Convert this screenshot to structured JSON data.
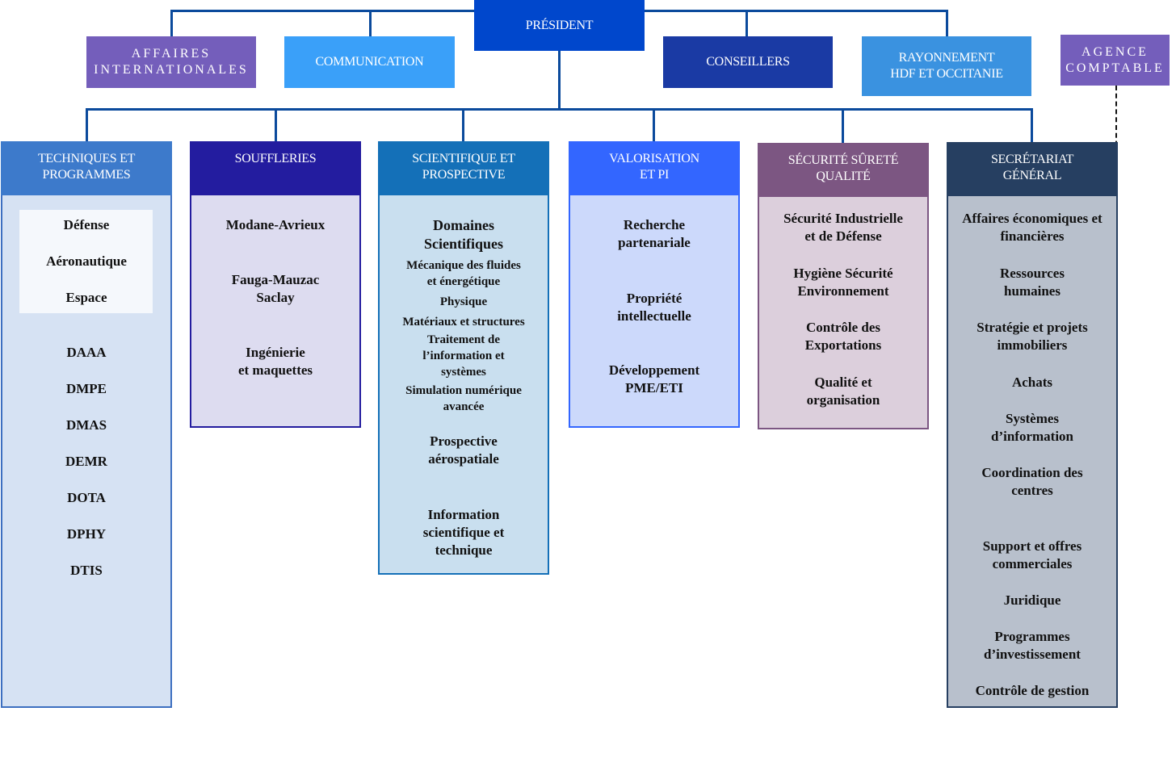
{
  "top": {
    "president": "PRÉSIDENT",
    "affaires_internationales": "AFFAIRES\nINTERNATIONALES",
    "communication": "COMMUNICATION",
    "conseillers": "CONSEILLERS",
    "rayonnement": "RAYONNEMENT\nHDF ET OCCITANIE",
    "agence_comptable": "AGENCE\nCOMPTABLE"
  },
  "colors": {
    "president": "#0047cc",
    "affaires_internationales": "#745ebb",
    "communication": "#3aa0f9",
    "conseillers": "#1a3aa4",
    "rayonnement": "#3a92e0",
    "agence_comptable": "#745ebb",
    "connector": "#0b4a9c"
  },
  "columns": [
    {
      "title": "TECHNIQUES ET\nPROGRAMMES",
      "header_color": "#3d7acb",
      "body_color": "#d6e2f3",
      "border_color": "#3d6fc0",
      "items": [
        "Défense",
        "Aéronautique",
        "Espace",
        "DAAA",
        "DMPE",
        "DMAS",
        "DEMR",
        "DOTA",
        "DPHY",
        "DTIS"
      ]
    },
    {
      "title": "SOUFFLERIES",
      "header_color": "#231c9f",
      "body_color": "#dddcf0",
      "border_color": "#231c9f",
      "items": [
        "Modane-Avrieux",
        "Fauga-Mauzac\nSaclay",
        "Ingénierie\net maquettes"
      ]
    },
    {
      "title": "SCIENTIFIQUE ET\nPROSPECTIVE",
      "header_color": "#1470b8",
      "body_color": "#c9dfef",
      "border_color": "#1470b8",
      "items": [
        "Domaines\nScientifiques",
        "Mécanique des fluides\net énergétique",
        "Physique",
        "Matériaux et structures",
        "Traitement de\nl’information et\nsystèmes",
        "Simulation numérique\navancée",
        "Prospective\naérospatiale",
        "Information\nscientifique et\ntechnique"
      ]
    },
    {
      "title": "VALORISATION\nET PI",
      "header_color": "#3366ff",
      "body_color": "#ccd9fb",
      "border_color": "#3366ff",
      "items": [
        "Recherche\npartenariale",
        "Propriété\nintellectuelle",
        "Développement\nPME/ETI"
      ]
    },
    {
      "title": "SÉCURITÉ SÛRETÉ\nQUALITÉ",
      "header_color": "#7c5682",
      "body_color": "#dccfdc",
      "border_color": "#7c5682",
      "items": [
        "Sécurité Industrielle\net de Défense",
        "Hygiène Sécurité\nEnvironnement",
        "Contrôle des\nExportations",
        "Qualité et\norganisation"
      ]
    },
    {
      "title": "SECRÉTARIAT\nGÉNÉRAL",
      "header_color": "#263f61",
      "body_color": "#b8c0cc",
      "border_color": "#263f61",
      "items": [
        "Affaires économiques et\nfinancières",
        "Ressources\nhumaines",
        "Stratégie et projets\nimmobiliers",
        "Achats",
        "Systèmes\nd’information",
        "Coordination des\ncentres",
        "Support et offres\ncommerciales",
        "Juridique",
        "Programmes\nd’investissement",
        "Contrôle de gestion"
      ]
    }
  ]
}
